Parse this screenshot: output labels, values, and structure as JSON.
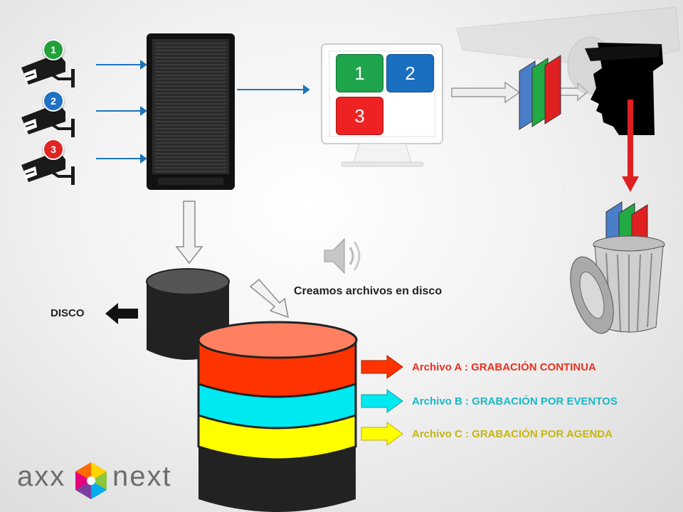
{
  "cameras": [
    {
      "number": "1",
      "color": "#22a03a"
    },
    {
      "number": "2",
      "color": "#1f72c4"
    },
    {
      "number": "3",
      "color": "#e02424"
    }
  ],
  "monitor_tiles": [
    {
      "number": "1",
      "color": "#1ea44a"
    },
    {
      "number": "2",
      "color": "#1a6fc0"
    },
    {
      "number": "3",
      "color": "#ee2222"
    }
  ],
  "caption": "Creamos archivos en disco",
  "disk_label": "DISCO",
  "files": [
    {
      "text": "Archivo A : GRABACIÓN CONTINUA",
      "color": "#e8321e",
      "layer_color": "#ff3300"
    },
    {
      "text": "Archivo B : GRABACIÓN POR EVENTOS",
      "color": "#17b9c8",
      "layer_color": "#00e8f0"
    },
    {
      "text": "Archivo C : GRABACIÓN POR AGENDA",
      "color": "#c7b512",
      "layer_color": "#ffff00"
    }
  ],
  "logo": {
    "left": "axx",
    "right": "next"
  },
  "colors": {
    "arrow_blue": "#1b75bc",
    "frame_red": "#e02020",
    "frame_green": "#22aa44",
    "frame_blue": "#4a7ec8"
  }
}
